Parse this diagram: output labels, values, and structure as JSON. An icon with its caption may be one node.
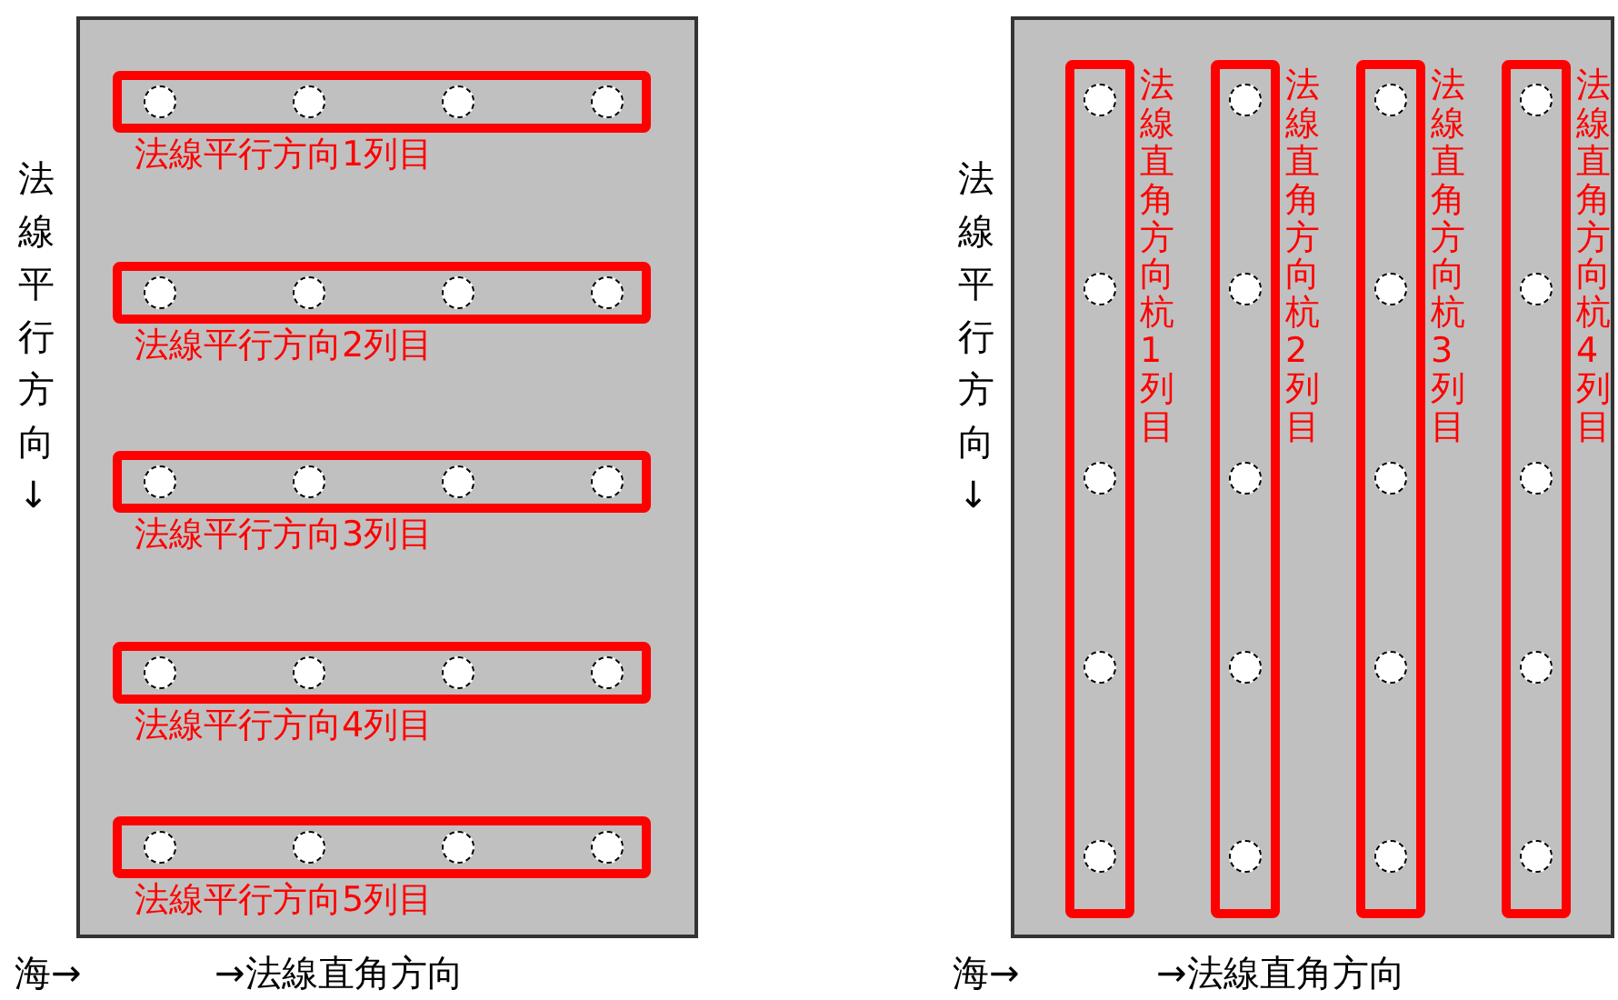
{
  "diagram": {
    "nodes": [
      {
        "text": [],
        "shape": "box"
      },
      {
        "text": [
          "法線平行方向1列目"
        ],
        "in": 0
      },
      {
        "text": [
          "法線平行方向2列目"
        ],
        "in": 0
      },
      {
        "text": [
          "法線平行方向3列目"
        ],
        "in": 0
      },
      {
        "text": [
          "法線平行方向4列目"
        ],
        "in": 0
      },
      {
        "text": [
          "法線平行方向5列目"
        ],
        "in": 0
      },
      {
        "text": [],
        "shape": "box"
      },
      {
        "text": [
          "法線直角方向杭1列目"
        ],
        "in": 6
      },
      {
        "text": [
          "法線直角方向杭2列目"
        ],
        "in": 6
      },
      {
        "text": [
          "法線直角方向杭3列目"
        ],
        "in": 6
      },
      {
        "text": [
          "法線直角方向杭4列目"
        ],
        "in": 6
      }
    ],
    "labels": [
      "法線平行方向↓",
      "海→",
      "→法線直角方向",
      "法線平行方向↓",
      "海→",
      "→法線直角方向"
    ]
  }
}
